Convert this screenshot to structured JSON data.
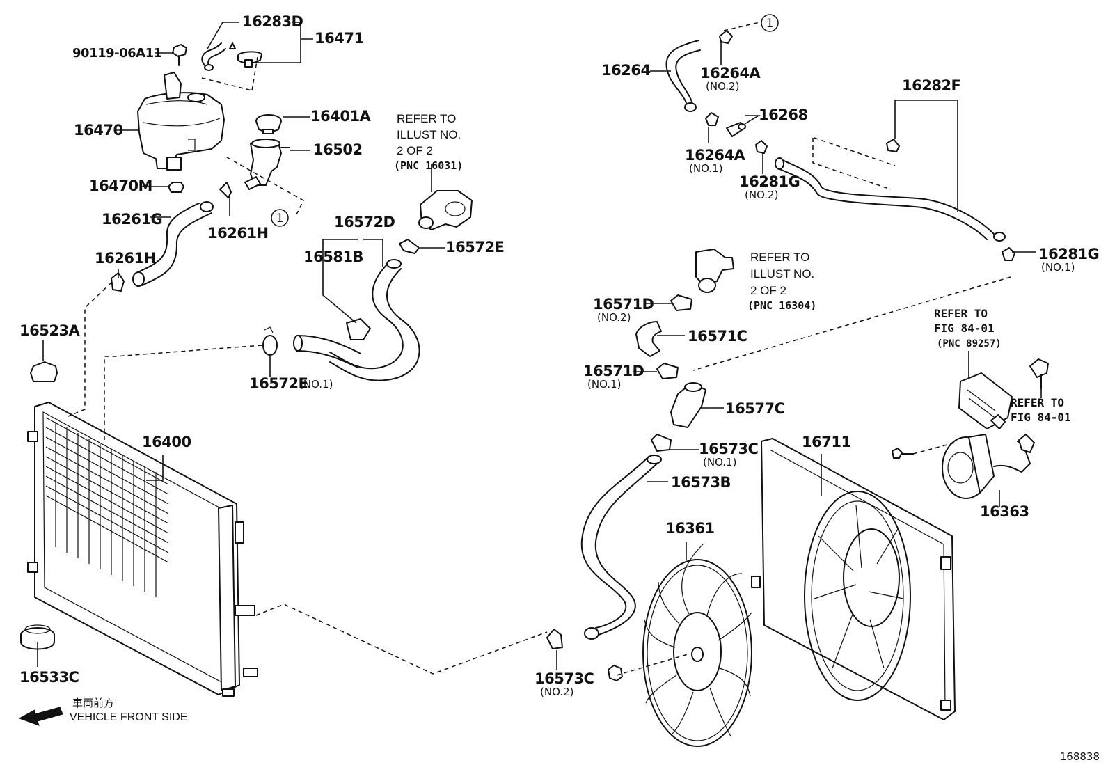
{
  "diagram_id": "168838",
  "direction": {
    "label_jp": "車両前方",
    "label_en": "VEHICLE FRONT SIDE"
  },
  "callout": "1",
  "parts": {
    "p90119": "90119-06A11",
    "p16283D": "16283D",
    "p16471": "16471",
    "p16470": "16470",
    "p16401A": "16401A",
    "p16502": "16502",
    "p16470M": "16470M",
    "p16261G": "16261G",
    "p16261H_a": "16261H",
    "p16261H_b": "16261H",
    "p16572D": "16572D",
    "p16581B": "16581B",
    "p16572E": "16572E",
    "p16572E_1": "16572E",
    "p16572E_1_note": "(NO.1)",
    "p16523A": "16523A",
    "p16400": "16400",
    "p16533C": "16533C",
    "p16264": "16264",
    "p16264A_2": "16264A",
    "p16264A_2_note": "(NO.2)",
    "p16268": "16268",
    "p16264A_1": "16264A",
    "p16264A_1_note": "(NO.1)",
    "p16281G_2": "16281G",
    "p16281G_2_note": "(NO.2)",
    "p16282F": "16282F",
    "p16281G_1": "16281G",
    "p16281G_1_note": "(NO.1)",
    "p16571D_2": "16571D",
    "p16571D_2_note": "(NO.2)",
    "p16571C": "16571C",
    "p16571D_1": "16571D",
    "p16571D_1_note": "(NO.1)",
    "p16577C": "16577C",
    "p16573C_1": "16573C",
    "p16573C_1_note": "(NO.1)",
    "p16573B": "16573B",
    "p16711": "16711",
    "p16361": "16361",
    "p16363": "16363",
    "p16573C_2": "16573C",
    "p16573C_2_note": "(NO.2)"
  },
  "references": {
    "thermostat": [
      "REFER TO",
      "ILLUST NO.",
      "2 OF 2",
      "(PNC 16031)"
    ],
    "inlet": [
      "REFER TO",
      "ILLUST NO.",
      "2 OF 2",
      "(PNC 16304)"
    ],
    "fig84_a": [
      "REFER TO",
      "FIG 84-01",
      "(PNC 89257)"
    ],
    "fig84_b": [
      "REFER TO",
      "FIG 84-01"
    ]
  }
}
